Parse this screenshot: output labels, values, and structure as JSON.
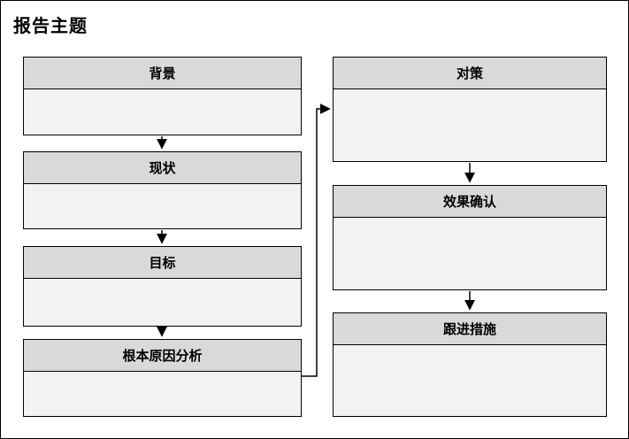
{
  "page": {
    "title": "报告主题"
  },
  "diagram": {
    "left_column": [
      {
        "label": "背景"
      },
      {
        "label": "现状"
      },
      {
        "label": "目标"
      },
      {
        "label": "根本原因分析"
      }
    ],
    "right_column": [
      {
        "label": "对策"
      },
      {
        "label": "效果确认"
      },
      {
        "label": "跟进措施"
      }
    ],
    "colors": {
      "header_fill": "#d9d9d9",
      "body_fill": "#f2f2f2",
      "border": "#000000",
      "background": "#ffffff"
    }
  }
}
